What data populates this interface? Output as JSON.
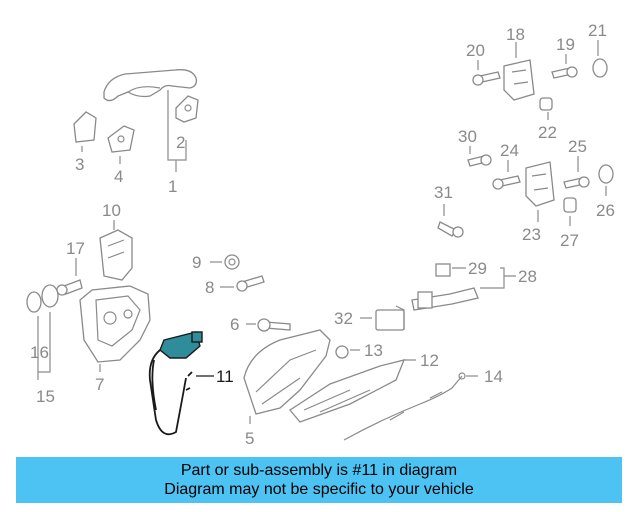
{
  "callouts": [
    "1",
    "2",
    "3",
    "4",
    "5",
    "6",
    "7",
    "8",
    "9",
    "10",
    "11",
    "12",
    "13",
    "14",
    "15",
    "16",
    "17",
    "18",
    "19",
    "20",
    "21",
    "22",
    "23",
    "24",
    "25",
    "26",
    "27",
    "28",
    "29",
    "30",
    "31",
    "32"
  ],
  "banner": {
    "line1": "Part or sub-assembly is #11 in diagram",
    "line2": "Diagram may not be specific to your vehicle",
    "color": "#4dc3f4"
  },
  "highlight_part": "11"
}
